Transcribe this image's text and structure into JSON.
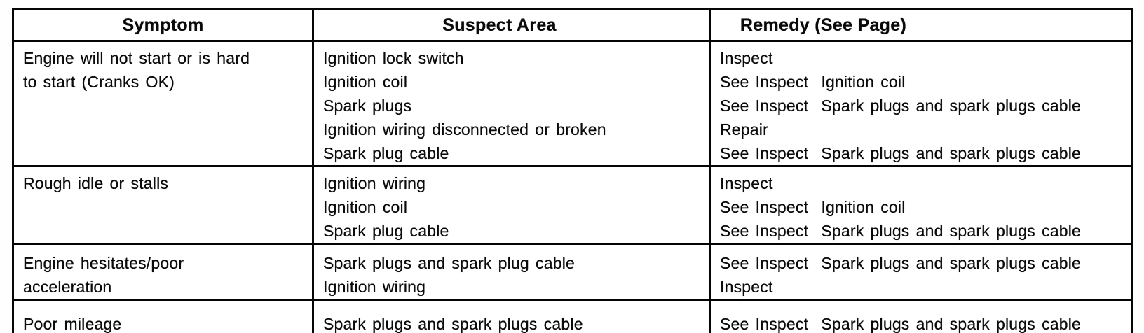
{
  "table": {
    "headers": [
      "Symptom",
      "Suspect Area",
      "Remedy (See Page)"
    ],
    "rows": [
      {
        "symptom": [
          "Engine will not start or is hard",
          "to start (Cranks OK)"
        ],
        "suspect_area": [
          "Ignition lock switch",
          "Ignition coil",
          "Spark plugs",
          "Ignition wiring disconnected or broken",
          "Spark plug cable"
        ],
        "remedy": [
          "Inspect",
          "See Inspect  Ignition coil",
          "See Inspect  Spark plugs and spark plugs cable",
          "Repair",
          "See Inspect  Spark plugs and spark plugs cable"
        ]
      },
      {
        "symptom": [
          "Rough idle or stalls"
        ],
        "suspect_area": [
          "Ignition wiring",
          "Ignition coil",
          "Spark plug cable"
        ],
        "remedy": [
          "Inspect",
          "See Inspect  Ignition coil",
          "See Inspect  Spark plugs and spark plugs cable"
        ]
      },
      {
        "symptom": [
          "Engine hesitates/poor",
          "acceleration"
        ],
        "suspect_area": [
          "Spark plugs and spark plug cable",
          "Ignition wiring"
        ],
        "remedy": [
          "See Inspect  Spark plugs and spark plugs cable",
          "Inspect"
        ]
      },
      {
        "symptom": [
          "Poor mileage"
        ],
        "suspect_area": [
          "Spark plugs and spark plugs cable"
        ],
        "remedy": [
          "See Inspect  Spark plugs and spark plugs cable"
        ]
      }
    ]
  },
  "colors": {
    "ink": "#0a0a0a",
    "paper": "#ffffff",
    "border": "#050505"
  }
}
